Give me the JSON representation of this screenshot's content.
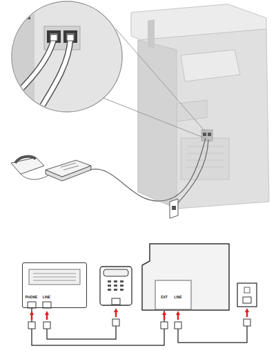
{
  "diagram": {
    "nodes": [
      {
        "text": [
          "PHONE",
          "LINE"
        ]
      },
      {
        "text": [
          "EXT",
          "LINE"
        ]
      }
    ],
    "edges": [
      {
        "from": 0,
        "to": 1,
        "arrow": "none"
      }
    ]
  }
}
